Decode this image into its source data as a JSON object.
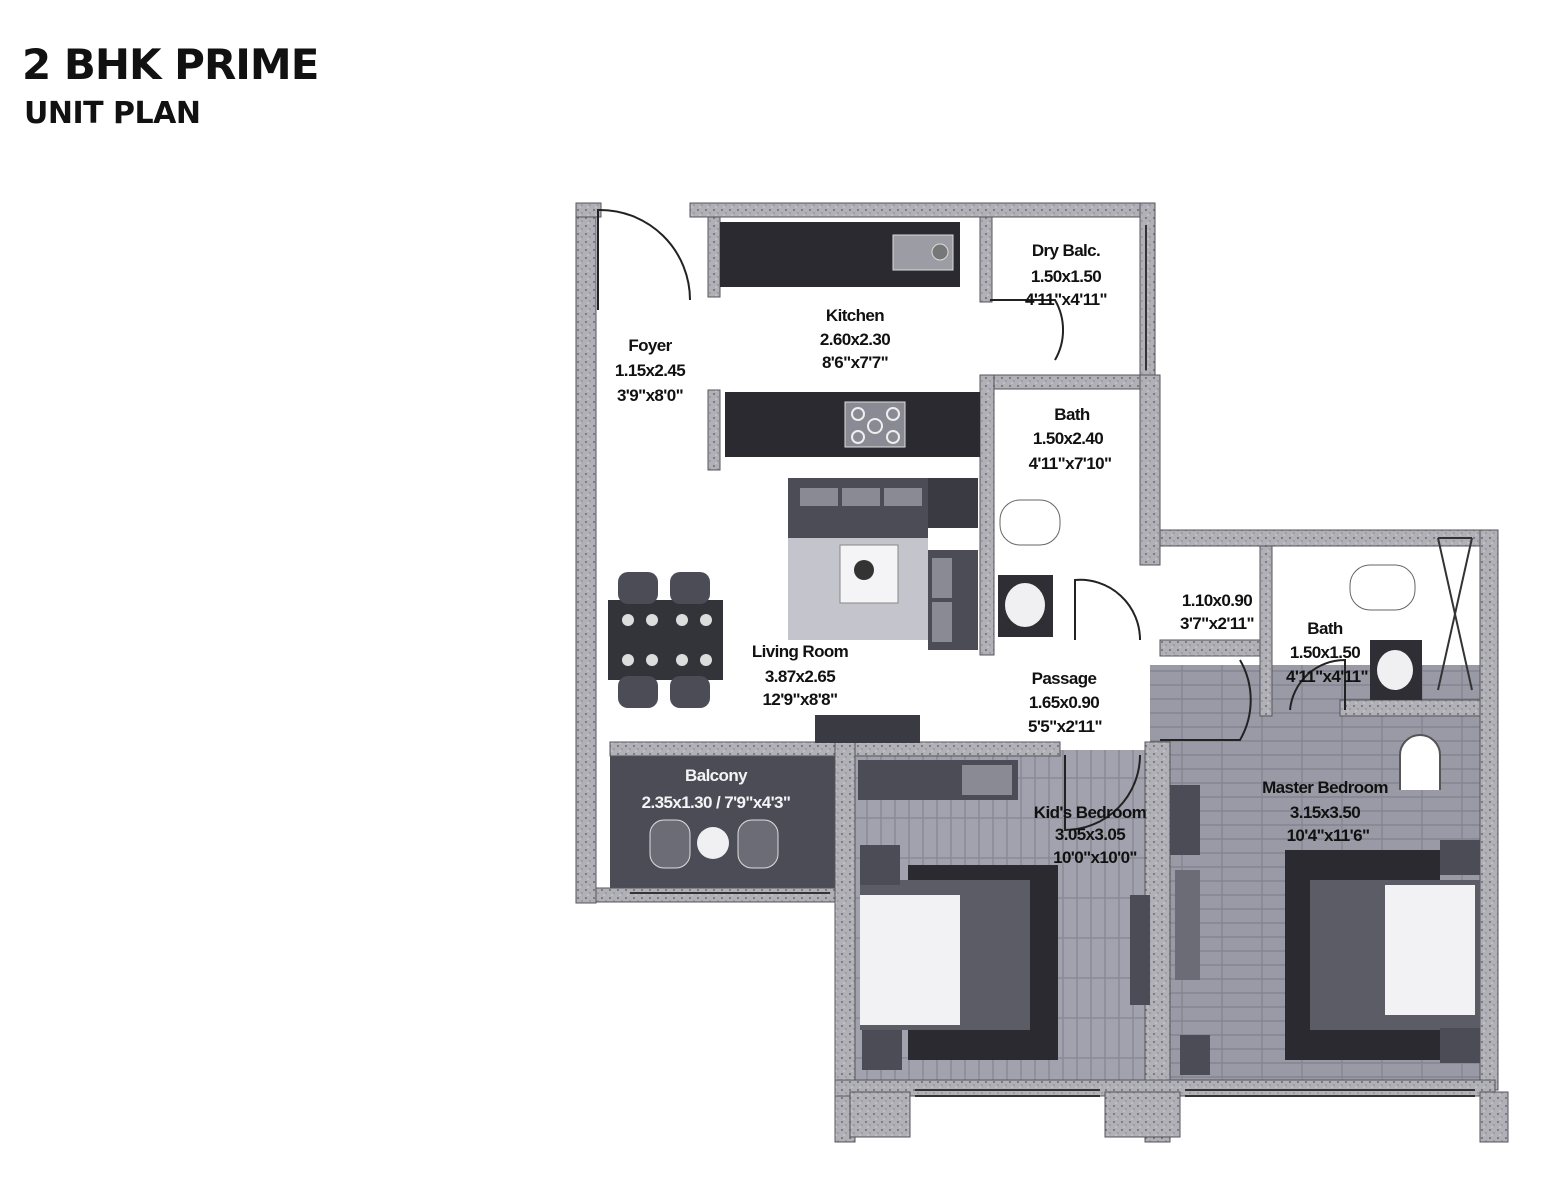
{
  "header": {
    "title": "2 BHK PRIME",
    "subtitle": "UNIT PLAN"
  },
  "rooms": {
    "dry_balc": {
      "name": "Dry Balc.",
      "metric": "1.50x1.50",
      "imperial": "4'11\"x4'11\""
    },
    "kitchen": {
      "name": "Kitchen",
      "metric": "2.60x2.30",
      "imperial": "8'6\"x7'7\""
    },
    "foyer": {
      "name": "Foyer",
      "metric": "1.15x2.45",
      "imperial": "3'9\"x8'0\""
    },
    "bath1": {
      "name": "Bath",
      "metric": "1.50x2.40",
      "imperial": "4'11\"x7'10\""
    },
    "wc": {
      "metric": "1.10x0.90",
      "imperial": "3'7\"x2'11\""
    },
    "bath2": {
      "name": "Bath",
      "metric": "1.50x1.50",
      "imperial": "4'11\"x4'11\""
    },
    "living": {
      "name": "Living Room",
      "metric": "3.87x2.65",
      "imperial": "12'9\"x8'8\""
    },
    "passage": {
      "name": "Passage",
      "metric": "1.65x0.90",
      "imperial": "5'5\"x2'11\""
    },
    "balcony": {
      "name": "Balcony",
      "dims": "2.35x1.30 / 7'9\"x4'3\""
    },
    "master_bedroom": {
      "name": "Master Bedroom",
      "metric": "3.15x3.50",
      "imperial": "10'4\"x11'6\""
    },
    "kids_bedroom": {
      "name": "Kid's Bedroom",
      "metric": "3.05x3.05",
      "imperial": "10'0\"x10'0\""
    }
  },
  "colors": {
    "wall": "#a4a4aa",
    "wall_dark": "#6e6e74",
    "counter": "#2a2a30",
    "floor_wood": "#8c8c98",
    "furniture": "#4a4a52",
    "rug": "#b8b8c0",
    "bedding": "#f2f2f4"
  }
}
